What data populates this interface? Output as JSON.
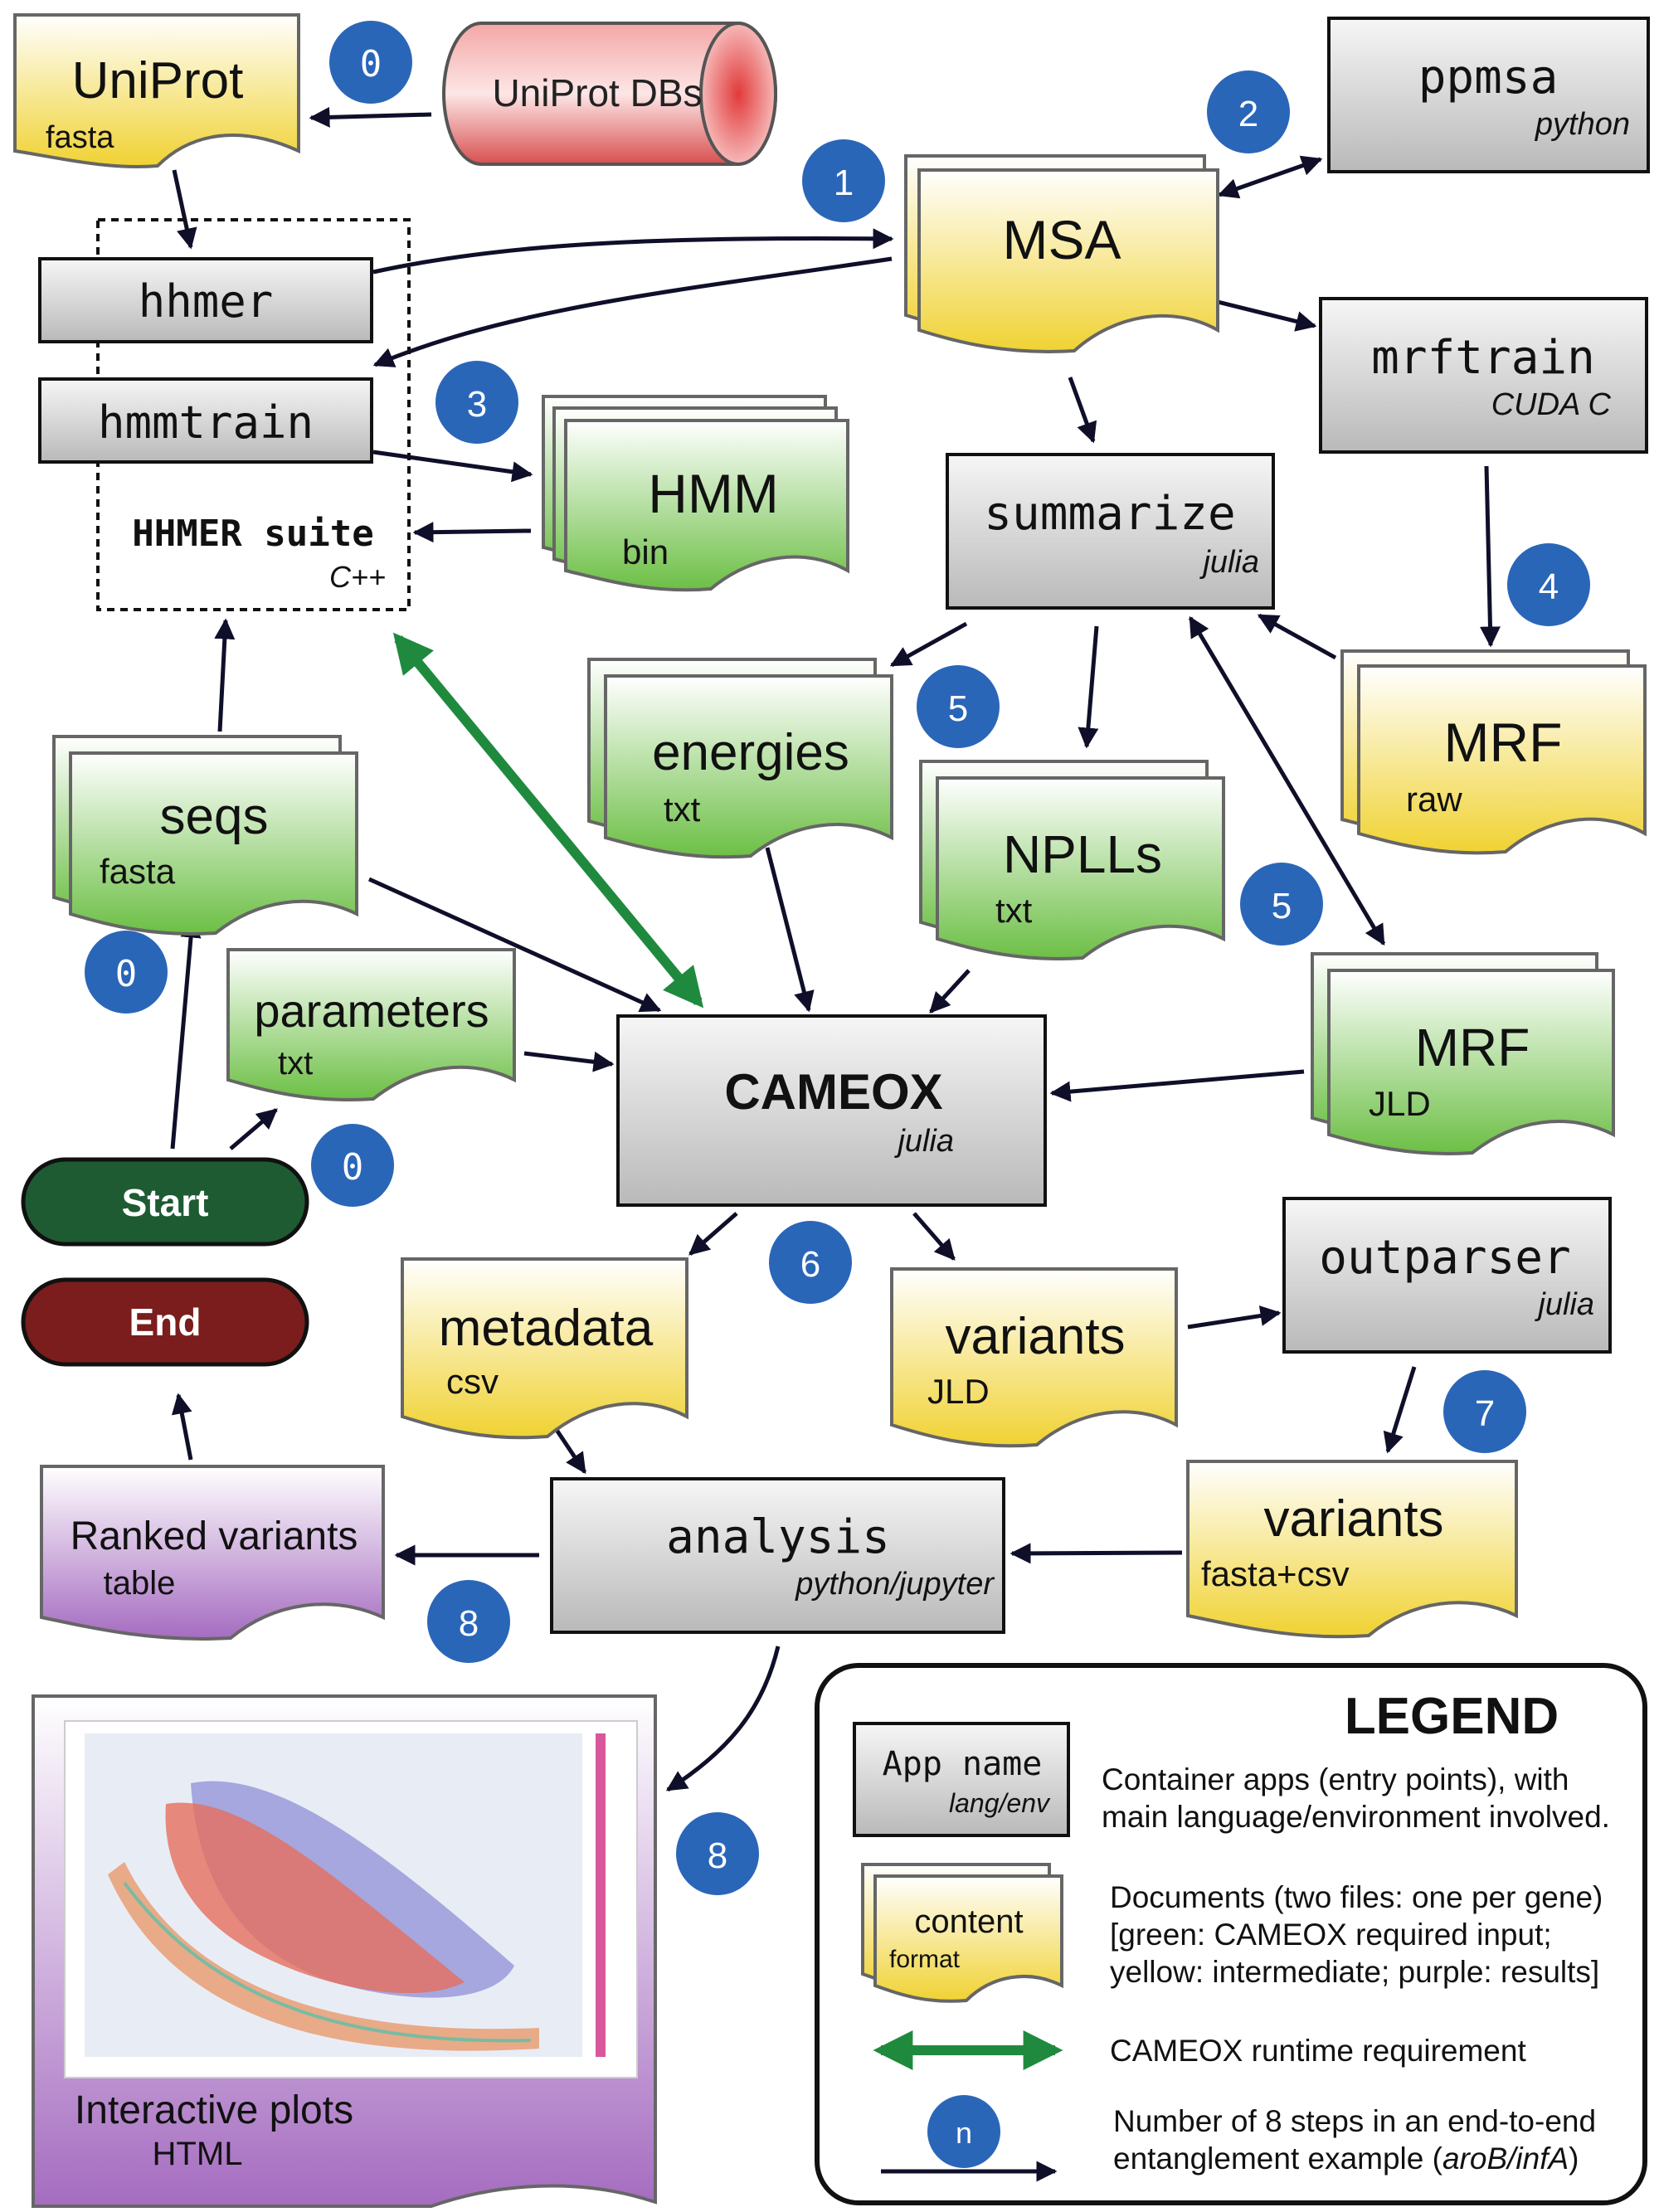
{
  "colors": {
    "green": "#7fbf5a",
    "yellow": "#f0d64a",
    "purple": "#b98cc9",
    "app_gray": "#d4d4d4",
    "step_blue": "#2a66b8",
    "runtime_green": "#1f8a3e",
    "start_green": "#1e5b33",
    "end_red": "#7b1d1d",
    "db_red": "#e46a6a"
  },
  "database": {
    "label": "UniProt DBs"
  },
  "apps": {
    "hhmer": {
      "name": "hhmer",
      "lang": ""
    },
    "hmmtrain": {
      "name": "hmmtrain",
      "lang": ""
    },
    "hhmer_suite": {
      "name": "HHMER suite",
      "lang": "C++"
    },
    "ppmsa": {
      "name": "ppmsa",
      "lang": "python"
    },
    "mrftrain": {
      "name": "mrftrain",
      "lang": "CUDA C"
    },
    "summarize": {
      "name": "summarize",
      "lang": "julia"
    },
    "cameox": {
      "name": "CAMEOX",
      "lang": "julia"
    },
    "outparser": {
      "name": "outparser",
      "lang": "julia"
    },
    "analysis": {
      "name": "analysis",
      "lang": "python/jupyter"
    }
  },
  "docs": {
    "uniprot": {
      "title": "UniProt",
      "format": "fasta"
    },
    "msa": {
      "title": "MSA",
      "format": ""
    },
    "hmm": {
      "title": "HMM",
      "format": "bin"
    },
    "mrf_raw": {
      "title": "MRF",
      "format": "raw"
    },
    "energies": {
      "title": "energies",
      "format": "txt"
    },
    "nplls": {
      "title": "NPLLs",
      "format": "txt"
    },
    "seqs": {
      "title": "seqs",
      "format": "fasta"
    },
    "parameters": {
      "title": "parameters",
      "format": "txt"
    },
    "mrf_jld": {
      "title": "MRF",
      "format": "JLD"
    },
    "metadata": {
      "title": "metadata",
      "format": "csv"
    },
    "variants_jld": {
      "title": "variants",
      "format": "JLD"
    },
    "variants_fasta": {
      "title": "variants",
      "format": "fasta+csv"
    },
    "ranked": {
      "title": "Ranked variants",
      "format": "table"
    },
    "plots": {
      "title": "Interactive plots",
      "format": "HTML"
    }
  },
  "terminals": {
    "start": "Start",
    "end": "End"
  },
  "steps": {
    "s0a": "0",
    "s0b": "0",
    "s0c": "0",
    "s1": "1",
    "s2": "2",
    "s3": "3",
    "s4": "4",
    "s5a": "5",
    "s5b": "5",
    "s6": "6",
    "s7": "7",
    "s8a": "8",
    "s8b": "8"
  },
  "legend": {
    "title": "LEGEND",
    "app_sample": {
      "name": "App name",
      "lang": "lang/env"
    },
    "app_desc": [
      "Container apps (entry points), with",
      "main language/environment involved."
    ],
    "doc_sample": {
      "title": "content",
      "format": "format"
    },
    "doc_desc": [
      "Documents (two files: one per gene)",
      "[green: CAMEOX required input;",
      "yellow: intermediate; purple: results]"
    ],
    "runtime_desc": "CAMEOX runtime requirement",
    "step_symbol": "n",
    "step_desc_line1": "Number of 8 steps in an end-to-end",
    "step_desc_line2_prefix": "entanglement example (",
    "step_desc_line2_genes": "aroB/infA",
    "step_desc_line2_suffix": ")"
  }
}
